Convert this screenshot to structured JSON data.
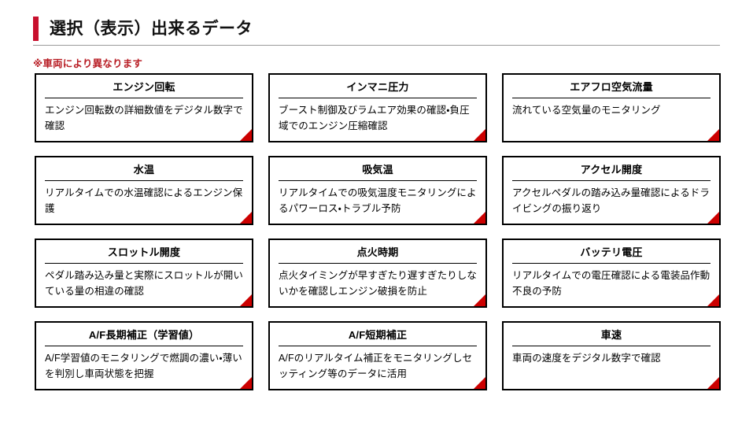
{
  "header": {
    "title": "選択（表示）出来るデータ",
    "accent_color": "#c8102e",
    "rule_color": "#9a9a9a"
  },
  "note": {
    "text": "※車両により異なります",
    "color": "#b81d24"
  },
  "cards": [
    {
      "title": "エンジン回転",
      "description": "エンジン回転数の詳細数値をデジタル数字で確認"
    },
    {
      "title": "インマニ圧力",
      "description": "ブースト制御及びラムエア効果の確認・負圧域でのエンジン圧縮確認"
    },
    {
      "title": "エアフロ空気流量",
      "description": "流れている空気量のモニタリング"
    },
    {
      "title": "水温",
      "description": "リアルタイムでの水温確認によるエンジン保護"
    },
    {
      "title": "吸気温",
      "description": "リアルタイムでの吸気温度モニタリングによるパワーロス・トラブル予防"
    },
    {
      "title": "アクセル開度",
      "description": "アクセルペダルの踏み込み量確認によるドライビングの振り返り"
    },
    {
      "title": "スロットル開度",
      "description": "ペダル踏み込み量と実際にスロットルが開いている量の相違の確認"
    },
    {
      "title": "点火時期",
      "description": "点火タイミングが早すぎたり遅すぎたりしないかを確認しエンジン破損を防止"
    },
    {
      "title": "バッテリ電圧",
      "description": "リアルタイムでの電圧確認による電装品作動不良の予防"
    },
    {
      "title": "A/F長期補正（学習値）",
      "description": "A/F学習値のモニタリングで燃調の濃い・薄いを判別し車両状態を把握"
    },
    {
      "title": "A/F短期補正",
      "description": "A/Fのリアルタイム補正をモニタリングしセッティング等のデータに活用"
    },
    {
      "title": "車速",
      "description": "車両の速度をデジタル数字で確認"
    }
  ],
  "decoration": {
    "corner_triangle_color": "#cc0000",
    "card_border_color": "#000000"
  }
}
